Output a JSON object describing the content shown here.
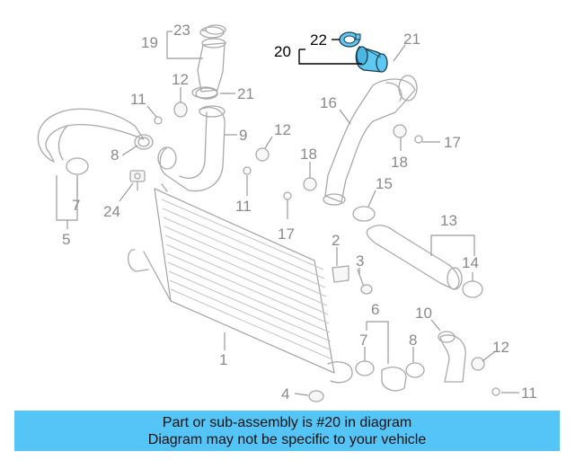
{
  "diagram": {
    "callouts": [
      {
        "id": "c1",
        "label": "1"
      },
      {
        "id": "c2",
        "label": "2"
      },
      {
        "id": "c3",
        "label": "3"
      },
      {
        "id": "c4",
        "label": "4"
      },
      {
        "id": "c5",
        "label": "5"
      },
      {
        "id": "c6",
        "label": "6"
      },
      {
        "id": "c7a",
        "label": "7"
      },
      {
        "id": "c7b",
        "label": "7"
      },
      {
        "id": "c8a",
        "label": "8"
      },
      {
        "id": "c8b",
        "label": "8"
      },
      {
        "id": "c9",
        "label": "9"
      },
      {
        "id": "c10",
        "label": "10"
      },
      {
        "id": "c11a",
        "label": "11"
      },
      {
        "id": "c11b",
        "label": "11"
      },
      {
        "id": "c11c",
        "label": "11"
      },
      {
        "id": "c12a",
        "label": "12"
      },
      {
        "id": "c12b",
        "label": "12"
      },
      {
        "id": "c12c",
        "label": "12"
      },
      {
        "id": "c13",
        "label": "13"
      },
      {
        "id": "c14",
        "label": "14"
      },
      {
        "id": "c15",
        "label": "15"
      },
      {
        "id": "c16",
        "label": "16"
      },
      {
        "id": "c17a",
        "label": "17"
      },
      {
        "id": "c17b",
        "label": "17"
      },
      {
        "id": "c18a",
        "label": "18"
      },
      {
        "id": "c18b",
        "label": "18"
      },
      {
        "id": "c19",
        "label": "19"
      },
      {
        "id": "c20",
        "label": "20"
      },
      {
        "id": "c21a",
        "label": "21"
      },
      {
        "id": "c21b",
        "label": "21"
      },
      {
        "id": "c22",
        "label": "22"
      },
      {
        "id": "c23",
        "label": "23"
      },
      {
        "id": "c24",
        "label": "24"
      }
    ],
    "highlight_color": "#5ec8f2",
    "callout_color": "#8a8a8a",
    "highlight_text_color": "#000000"
  },
  "banner": {
    "line1": "Part or sub-assembly is #20 in diagram",
    "line2": "Diagram may not be specific to your vehicle",
    "background": "#55c4f6"
  }
}
